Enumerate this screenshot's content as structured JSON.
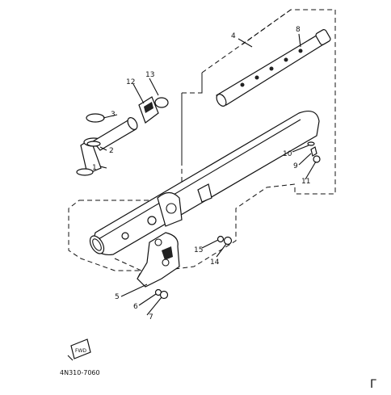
{
  "callouts": [
    {
      "id": "c1",
      "text": "1"
    },
    {
      "id": "c2",
      "text": "2"
    },
    {
      "id": "c3",
      "text": "3"
    },
    {
      "id": "c4",
      "text": "4"
    },
    {
      "id": "c5",
      "text": "5"
    },
    {
      "id": "c6",
      "text": "6"
    },
    {
      "id": "c7",
      "text": "7"
    },
    {
      "id": "c8",
      "text": "8"
    },
    {
      "id": "c9",
      "text": "9"
    },
    {
      "id": "c10",
      "text": "10"
    },
    {
      "id": "c11",
      "text": "11"
    },
    {
      "id": "c12",
      "text": "12"
    },
    {
      "id": "c13",
      "text": "13"
    },
    {
      "id": "c14",
      "text": "14"
    },
    {
      "id": "c15",
      "text": "15"
    }
  ],
  "fwd_label": "FWD",
  "drawing_number": "4N310-7060",
  "footer_text": "",
  "corner_mark": "Γ"
}
